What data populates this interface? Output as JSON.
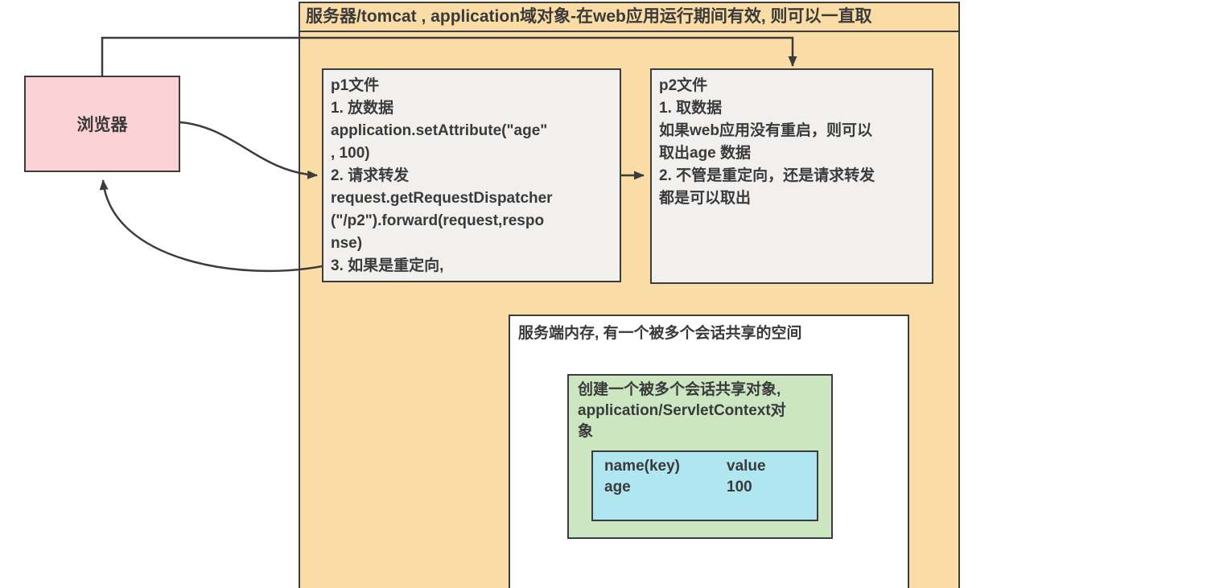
{
  "server": {
    "title": "服务器/tomcat , application域对象-在web应用运行期间有效, 则可以一直取"
  },
  "browser": {
    "label": "浏览器"
  },
  "p1": {
    "lines": [
      "p1文件",
      "1. 放数据",
      "application.setAttribute(\"age\"",
      ", 100)",
      "2. 请求转发",
      "request.getRequestDispatcher",
      "(\"/p2\").forward(request,respo",
      "nse)",
      "3. 如果是重定向,"
    ]
  },
  "p2": {
    "lines": [
      "p2文件",
      "1. 取数据",
      "如果web应用没有重启，则可以",
      "取出age 数据",
      "2. 不管是重定向，还是请求转发",
      "都是可以取出"
    ]
  },
  "memory": {
    "title": "服务端内存, 有一个被多个会话共享的空间"
  },
  "shared_object": {
    "lines": [
      "创建一个被多个会话共享对象,",
      "application/ServletContext对",
      "象"
    ]
  },
  "kv_table": {
    "headers": {
      "name": "name(key)",
      "value": "value"
    },
    "row": {
      "name": "age",
      "value": "100"
    }
  },
  "colors": {
    "server_bg": "#fadca7",
    "browser_bg": "#fbd2d6",
    "file_box_bg": "#f1f0ee",
    "memory_bg": "#ffffff",
    "shared_bg": "#cde6c2",
    "table_bg": "#b0e6f0",
    "border": "#3c3c3c",
    "text": "#3a3a3a"
  }
}
